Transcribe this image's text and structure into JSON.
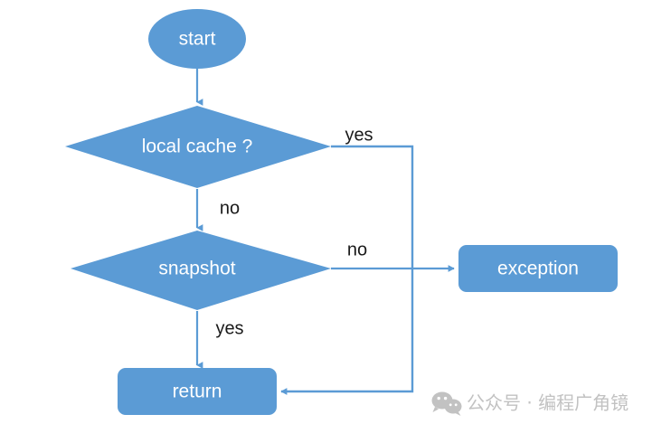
{
  "diagram": {
    "type": "flowchart",
    "background_color": "#ffffff",
    "node_fill_color": "#5B9BD5",
    "node_text_color": "#ffffff",
    "edge_color": "#5B9BD5",
    "edge_label_color": "#1a1a1a",
    "nodes": [
      {
        "id": "start",
        "shape": "ellipse",
        "label": "start"
      },
      {
        "id": "local",
        "shape": "diamond",
        "label": "local cache ?"
      },
      {
        "id": "snapshot",
        "shape": "diamond",
        "label": "snapshot"
      },
      {
        "id": "exception",
        "shape": "rounded-rectangle",
        "label": "exception"
      },
      {
        "id": "return",
        "shape": "rounded-rectangle",
        "label": "return"
      }
    ],
    "edges": [
      {
        "from": "start",
        "to": "local",
        "label": ""
      },
      {
        "from": "local",
        "to": "return",
        "label": "yes"
      },
      {
        "from": "local",
        "to": "snapshot",
        "label": "no"
      },
      {
        "from": "snapshot",
        "to": "exception",
        "label": "no"
      },
      {
        "from": "snapshot",
        "to": "return",
        "label": "yes"
      }
    ],
    "edge_labels": {
      "local_yes": "yes",
      "local_no": "no",
      "snapshot_no": "no",
      "snapshot_yes": "yes"
    }
  },
  "watermark": {
    "icon": "wechat-logo-icon",
    "text": "公众号 · 编程广角镜",
    "color": "#c2c2c2"
  }
}
